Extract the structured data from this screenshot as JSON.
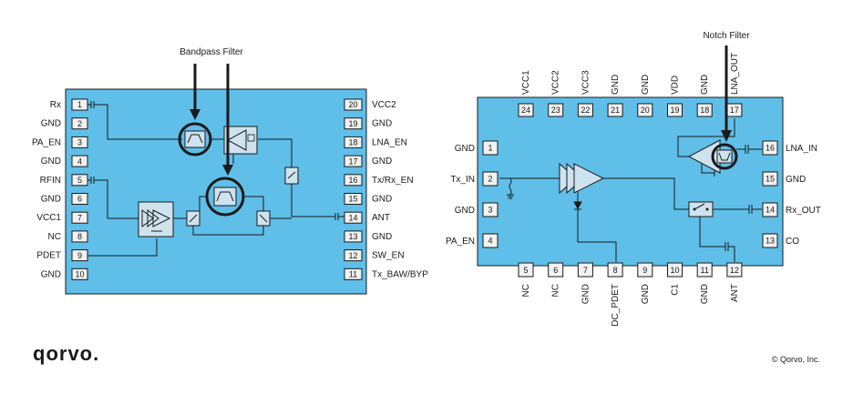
{
  "left_chip": {
    "annotation": "Bandpass Filter",
    "left_pins": [
      {
        "num": "1",
        "label": "Rx"
      },
      {
        "num": "2",
        "label": "GND"
      },
      {
        "num": "3",
        "label": "PA_EN"
      },
      {
        "num": "4",
        "label": "GND"
      },
      {
        "num": "5",
        "label": "RFIN"
      },
      {
        "num": "6",
        "label": "GND"
      },
      {
        "num": "7",
        "label": "VCC1"
      },
      {
        "num": "8",
        "label": "NC"
      },
      {
        "num": "9",
        "label": "PDET"
      },
      {
        "num": "10",
        "label": "GND"
      }
    ],
    "right_pins": [
      {
        "num": "20",
        "label": "VCC2"
      },
      {
        "num": "19",
        "label": "GND"
      },
      {
        "num": "18",
        "label": "LNA_EN"
      },
      {
        "num": "17",
        "label": "GND"
      },
      {
        "num": "16",
        "label": "Tx/Rx_EN"
      },
      {
        "num": "15",
        "label": "GND"
      },
      {
        "num": "14",
        "label": "ANT"
      },
      {
        "num": "13",
        "label": "GND"
      },
      {
        "num": "12",
        "label": "SW_EN"
      },
      {
        "num": "11",
        "label": "Tx_BAW/BYP"
      }
    ]
  },
  "right_chip": {
    "annotation": "Notch Filter",
    "top_pins": [
      {
        "num": "24",
        "label": "VCC1"
      },
      {
        "num": "23",
        "label": "VCC2"
      },
      {
        "num": "22",
        "label": "VCC3"
      },
      {
        "num": "21",
        "label": "GND"
      },
      {
        "num": "20",
        "label": "GND"
      },
      {
        "num": "19",
        "label": "VDD"
      },
      {
        "num": "18",
        "label": "GND"
      },
      {
        "num": "17",
        "label": "LNA_OUT"
      }
    ],
    "bottom_pins": [
      {
        "num": "5",
        "label": "NC"
      },
      {
        "num": "6",
        "label": "NC"
      },
      {
        "num": "7",
        "label": "GND"
      },
      {
        "num": "8",
        "label": "DC_PDET"
      },
      {
        "num": "9",
        "label": "GND"
      },
      {
        "num": "10",
        "label": "C1"
      },
      {
        "num": "11",
        "label": "GND"
      },
      {
        "num": "12",
        "label": "ANT"
      }
    ],
    "left_pins": [
      {
        "num": "1",
        "label": "GND"
      },
      {
        "num": "2",
        "label": "Tx_IN"
      },
      {
        "num": "3",
        "label": "GND"
      },
      {
        "num": "4",
        "label": "PA_EN"
      }
    ],
    "right_pins": [
      {
        "num": "16",
        "label": "LNA_IN"
      },
      {
        "num": "15",
        "label": "GND"
      },
      {
        "num": "14",
        "label": "Rx_OUT"
      },
      {
        "num": "13",
        "label": "CO"
      }
    ]
  },
  "footer": {
    "logo": "qorvo.",
    "copyright": "© Qorvo, Inc."
  },
  "colors": {
    "chip_fill": "#5fbfe8",
    "block_fill": "#cfe3ef",
    "pin_fill": "#f2f2f2",
    "line": "#1a1a1a"
  }
}
